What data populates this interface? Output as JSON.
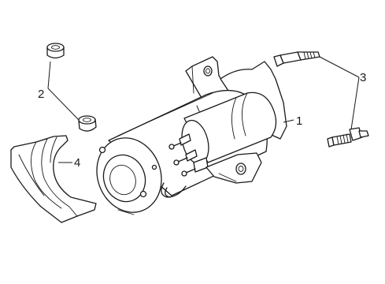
{
  "callouts": {
    "c1": "1",
    "c2": "2",
    "c3": "3",
    "c4": "4"
  },
  "parts": {
    "p1": "starter-motor",
    "p2": "bushing",
    "p3": "mounting-bolt",
    "p4": "heat-shield"
  }
}
